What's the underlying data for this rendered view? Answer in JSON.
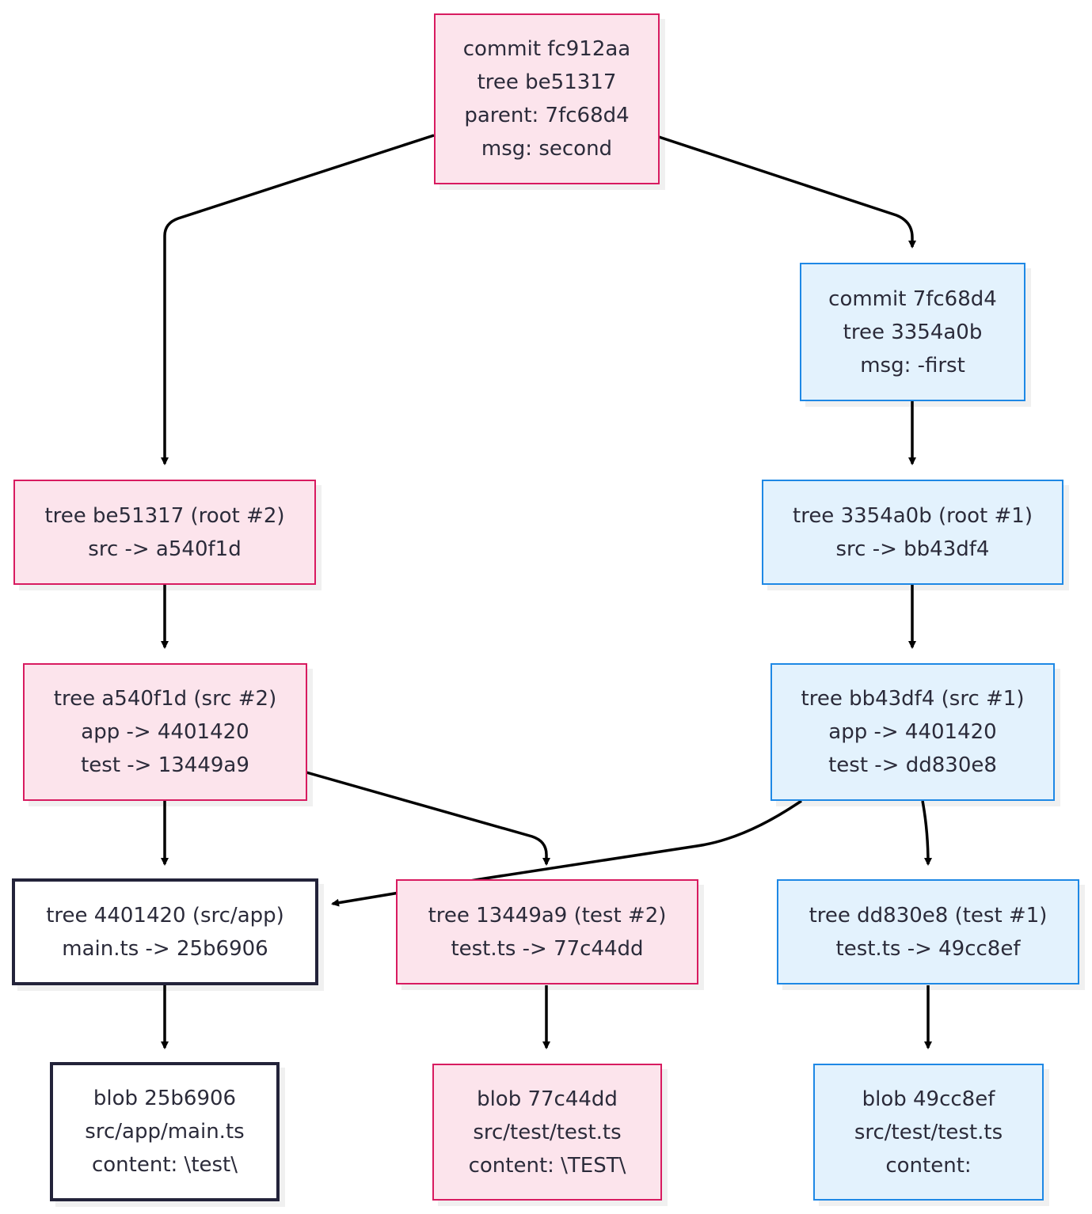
{
  "colors": {
    "pink_fill": "#fce4ec",
    "pink_border": "#d81b60",
    "blue_fill": "#e3f2fd",
    "blue_border": "#1e88e5",
    "plain_border": "#23233a",
    "edge": "#000000"
  },
  "nodes": {
    "commit_fc912aa": {
      "lines": [
        "commit fc912aa",
        "tree be51317",
        "parent: 7fc68d4",
        "msg: second"
      ]
    },
    "commit_7fc68d4": {
      "lines": [
        "commit 7fc68d4",
        "tree 3354a0b",
        "msg: -first"
      ]
    },
    "tree_be51317": {
      "lines": [
        "tree be51317 (root #2)",
        "src -> a540f1d"
      ]
    },
    "tree_3354a0b": {
      "lines": [
        "tree 3354a0b (root #1)",
        "src -> bb43df4"
      ]
    },
    "tree_a540f1d": {
      "lines": [
        "tree a540f1d (src #2)",
        "app -> 4401420",
        "test -> 13449a9"
      ]
    },
    "tree_bb43df4": {
      "lines": [
        "tree bb43df4 (src #1)",
        "app -> 4401420",
        "test -> dd830e8"
      ]
    },
    "tree_4401420": {
      "lines": [
        "tree 4401420 (src/app)",
        "main.ts -> 25b6906"
      ]
    },
    "tree_13449a9": {
      "lines": [
        "tree 13449a9 (test #2)",
        "test.ts -> 77c44dd"
      ]
    },
    "tree_dd830e8": {
      "lines": [
        "tree dd830e8 (test #1)",
        "test.ts -> 49cc8ef"
      ]
    },
    "blob_25b6906": {
      "lines": [
        "blob 25b6906",
        "src/app/main.ts",
        "content: \\test\\"
      ]
    },
    "blob_77c44dd": {
      "lines": [
        "blob 77c44dd",
        "src/test/test.ts",
        "content: \\TEST\\"
      ]
    },
    "blob_49cc8ef": {
      "lines": [
        "blob 49cc8ef",
        "src/test/test.ts",
        "content:"
      ]
    }
  }
}
